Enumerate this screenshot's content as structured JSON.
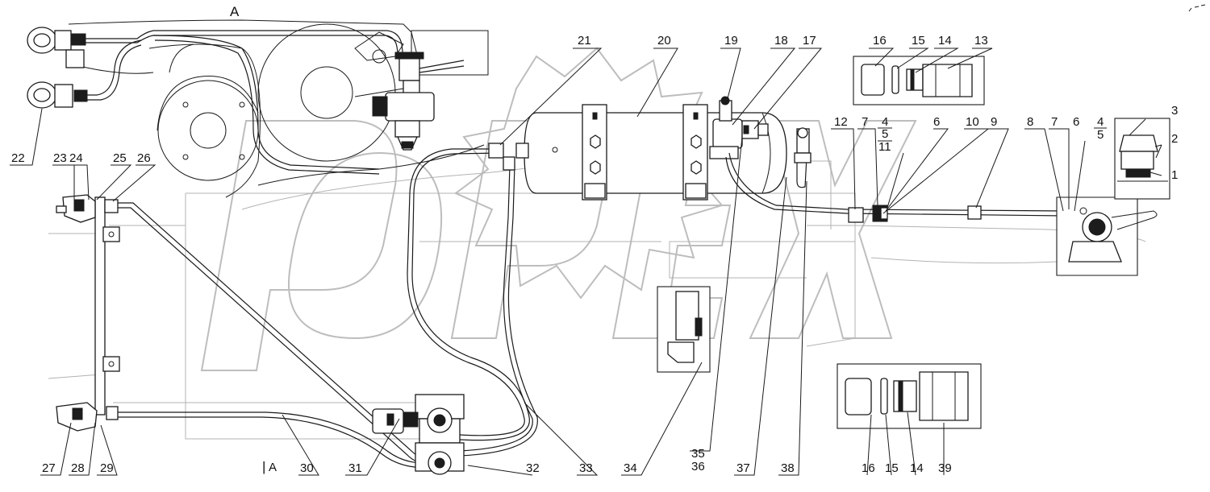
{
  "view_labels": {
    "top": "A",
    "bottom": "A"
  },
  "callouts_top": [
    "21",
    "20",
    "19",
    "18",
    "17",
    "16",
    "15",
    "14",
    "13"
  ],
  "callouts_mid": [
    "12",
    "7",
    "4",
    "5",
    "11",
    "6",
    "10",
    "9",
    "8",
    "7",
    "6",
    "4",
    "5"
  ],
  "callouts_right": [
    "3",
    "2",
    "1"
  ],
  "callouts_left": [
    "22",
    "23",
    "24",
    "25",
    "26"
  ],
  "callouts_bottom": [
    "27",
    "28",
    "29",
    "30",
    "31",
    "32",
    "33",
    "34",
    "35",
    "36",
    "37",
    "38",
    "16",
    "15",
    "14",
    "39"
  ],
  "colors": {
    "line": "#1a1a1a",
    "watermark": "#bdbdbd",
    "background_part": "#b3b3b3"
  }
}
